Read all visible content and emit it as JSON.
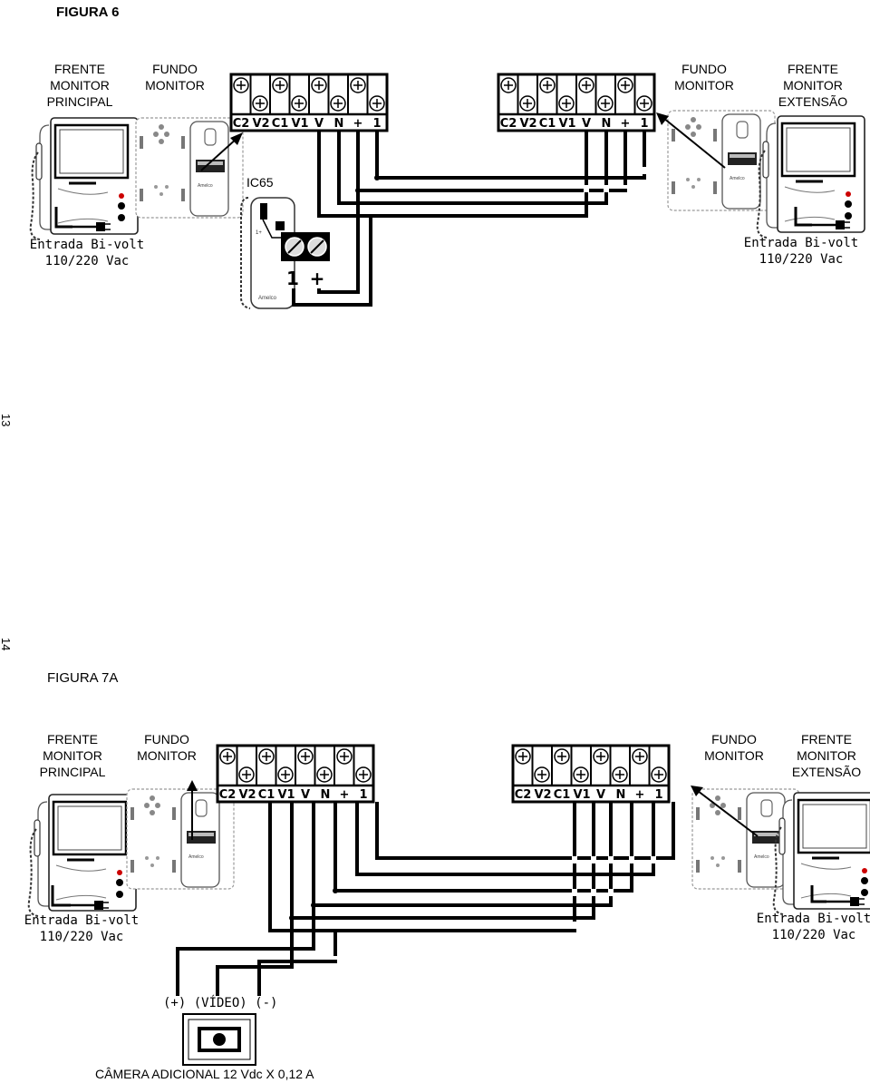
{
  "fig6": {
    "title": "FIGURA 6",
    "left_front": [
      "FRENTE",
      "MONITOR",
      "PRINCIPAL"
    ],
    "left_back": [
      "FUNDO",
      "MONITOR"
    ],
    "right_back": [
      "FUNDO",
      "MONITOR"
    ],
    "right_front": [
      "FRENTE",
      "MONITOR",
      "EXTENSÃO"
    ],
    "ic_label": "IC65",
    "ic_terms": [
      "1",
      "+"
    ],
    "power_left": [
      "Entrada Bi-volt",
      "110/220 Vac"
    ],
    "power_right": [
      "Entrada Bi-volt",
      "110/220 Vac"
    ]
  },
  "fig7": {
    "title": "FIGURA 7A",
    "left_front": [
      "FRENTE",
      "MONITOR",
      "PRINCIPAL"
    ],
    "left_back": [
      "FUNDO",
      "MONITOR"
    ],
    "right_back": [
      "FUNDO",
      "MONITOR"
    ],
    "right_front": [
      "FRENTE",
      "MONITOR",
      "EXTENSÃO"
    ],
    "power_left": [
      "Entrada Bi-volt",
      "110/220 Vac"
    ],
    "power_right": [
      "Entrada Bi-volt",
      "110/220 Vac"
    ],
    "camera_terms": "(+) (VÍDEO) (-)",
    "camera_label": "CÂMERA ADICIONAL 12 Vdc X 0,12 A"
  },
  "terminal_labels": [
    "C2",
    "V2",
    "C1",
    "V1",
    "V",
    "N",
    "+",
    "1"
  ],
  "page_numbers": {
    "first": "13",
    "second": "14"
  }
}
